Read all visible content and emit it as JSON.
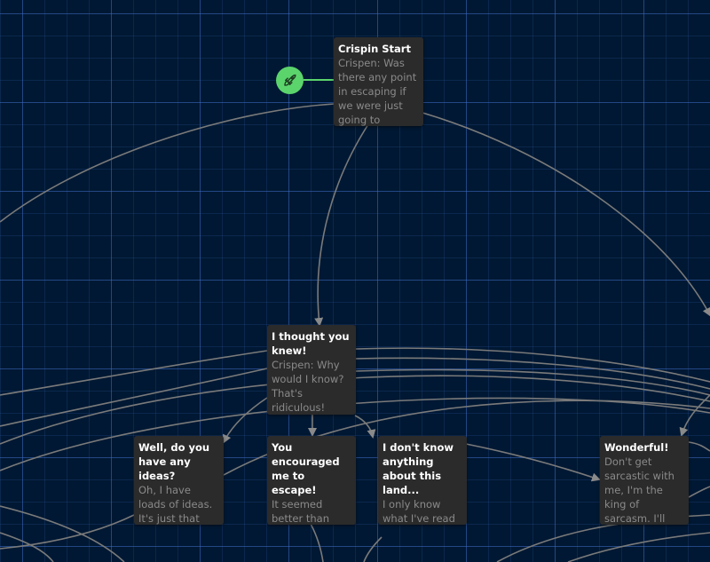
{
  "canvas": {
    "grid_color": "#3a6bc4",
    "background": "#001833",
    "edge_color": "#8a8a8a",
    "start_color": "#5bd46c",
    "node_color": "#2b2b2b"
  },
  "start_marker": {
    "icon": "rocket-icon"
  },
  "nodes": [
    {
      "id": "crispin-start",
      "title": "Crispin Start",
      "body": "Crispen: Was there any point in escaping if we were just going to wander"
    },
    {
      "id": "i-thought-you-knew",
      "title": "I thought you knew!",
      "body": "Crispen: Why would I know? That's ridiculous! [[You"
    },
    {
      "id": "well-do-you-have-any-ideas",
      "title": "Well, do you have any ideas?",
      "body": "Oh, I have loads of ideas. It's just that none are coming to mind"
    },
    {
      "id": "you-encouraged-me-to-escape",
      "title": "You encouraged me to escape!",
      "body": "It seemed better than what lay ahead of us at the castle, but"
    },
    {
      "id": "i-dont-know-anything",
      "title": "I don't know anything about this land...",
      "body": "I only know what I've read in books, but I"
    },
    {
      "id": "wonderful",
      "title": "Wonderful!",
      "body": "Don't get sarcastic with me, I'm the king of sarcasm. I'll out-sarcasm you"
    }
  ]
}
